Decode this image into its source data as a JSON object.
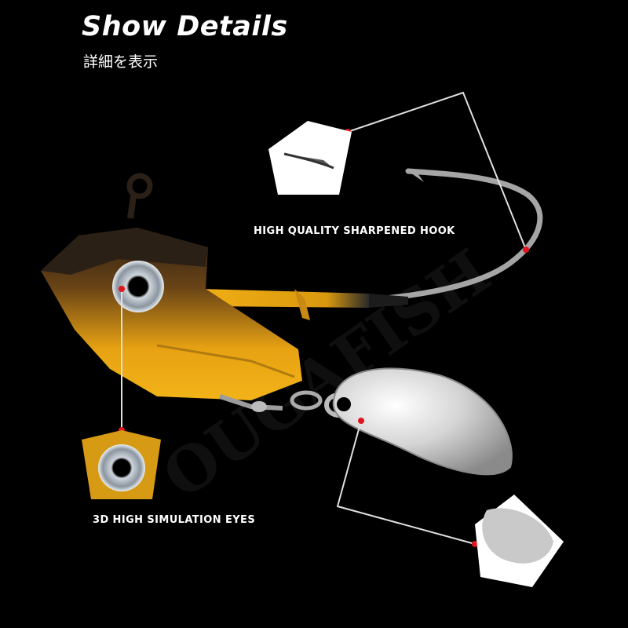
{
  "header": {
    "title": "Show Details",
    "subtitle": "詳細を表示"
  },
  "callouts": {
    "hook": "HIGH QUALITY SHARPENED HOOK",
    "eyes": "3D HIGH SIMULATION EYES"
  },
  "watermark": "OUGAFISH",
  "colors": {
    "background": "#000000",
    "jig_head": "#e8a010",
    "jig_head_dark": "#3a2a1a",
    "hook_metal": "#9a9a9a",
    "blade_silver": "#d8d8d8",
    "callout_line": "#dddddd",
    "marker_red": "#e2141c"
  }
}
